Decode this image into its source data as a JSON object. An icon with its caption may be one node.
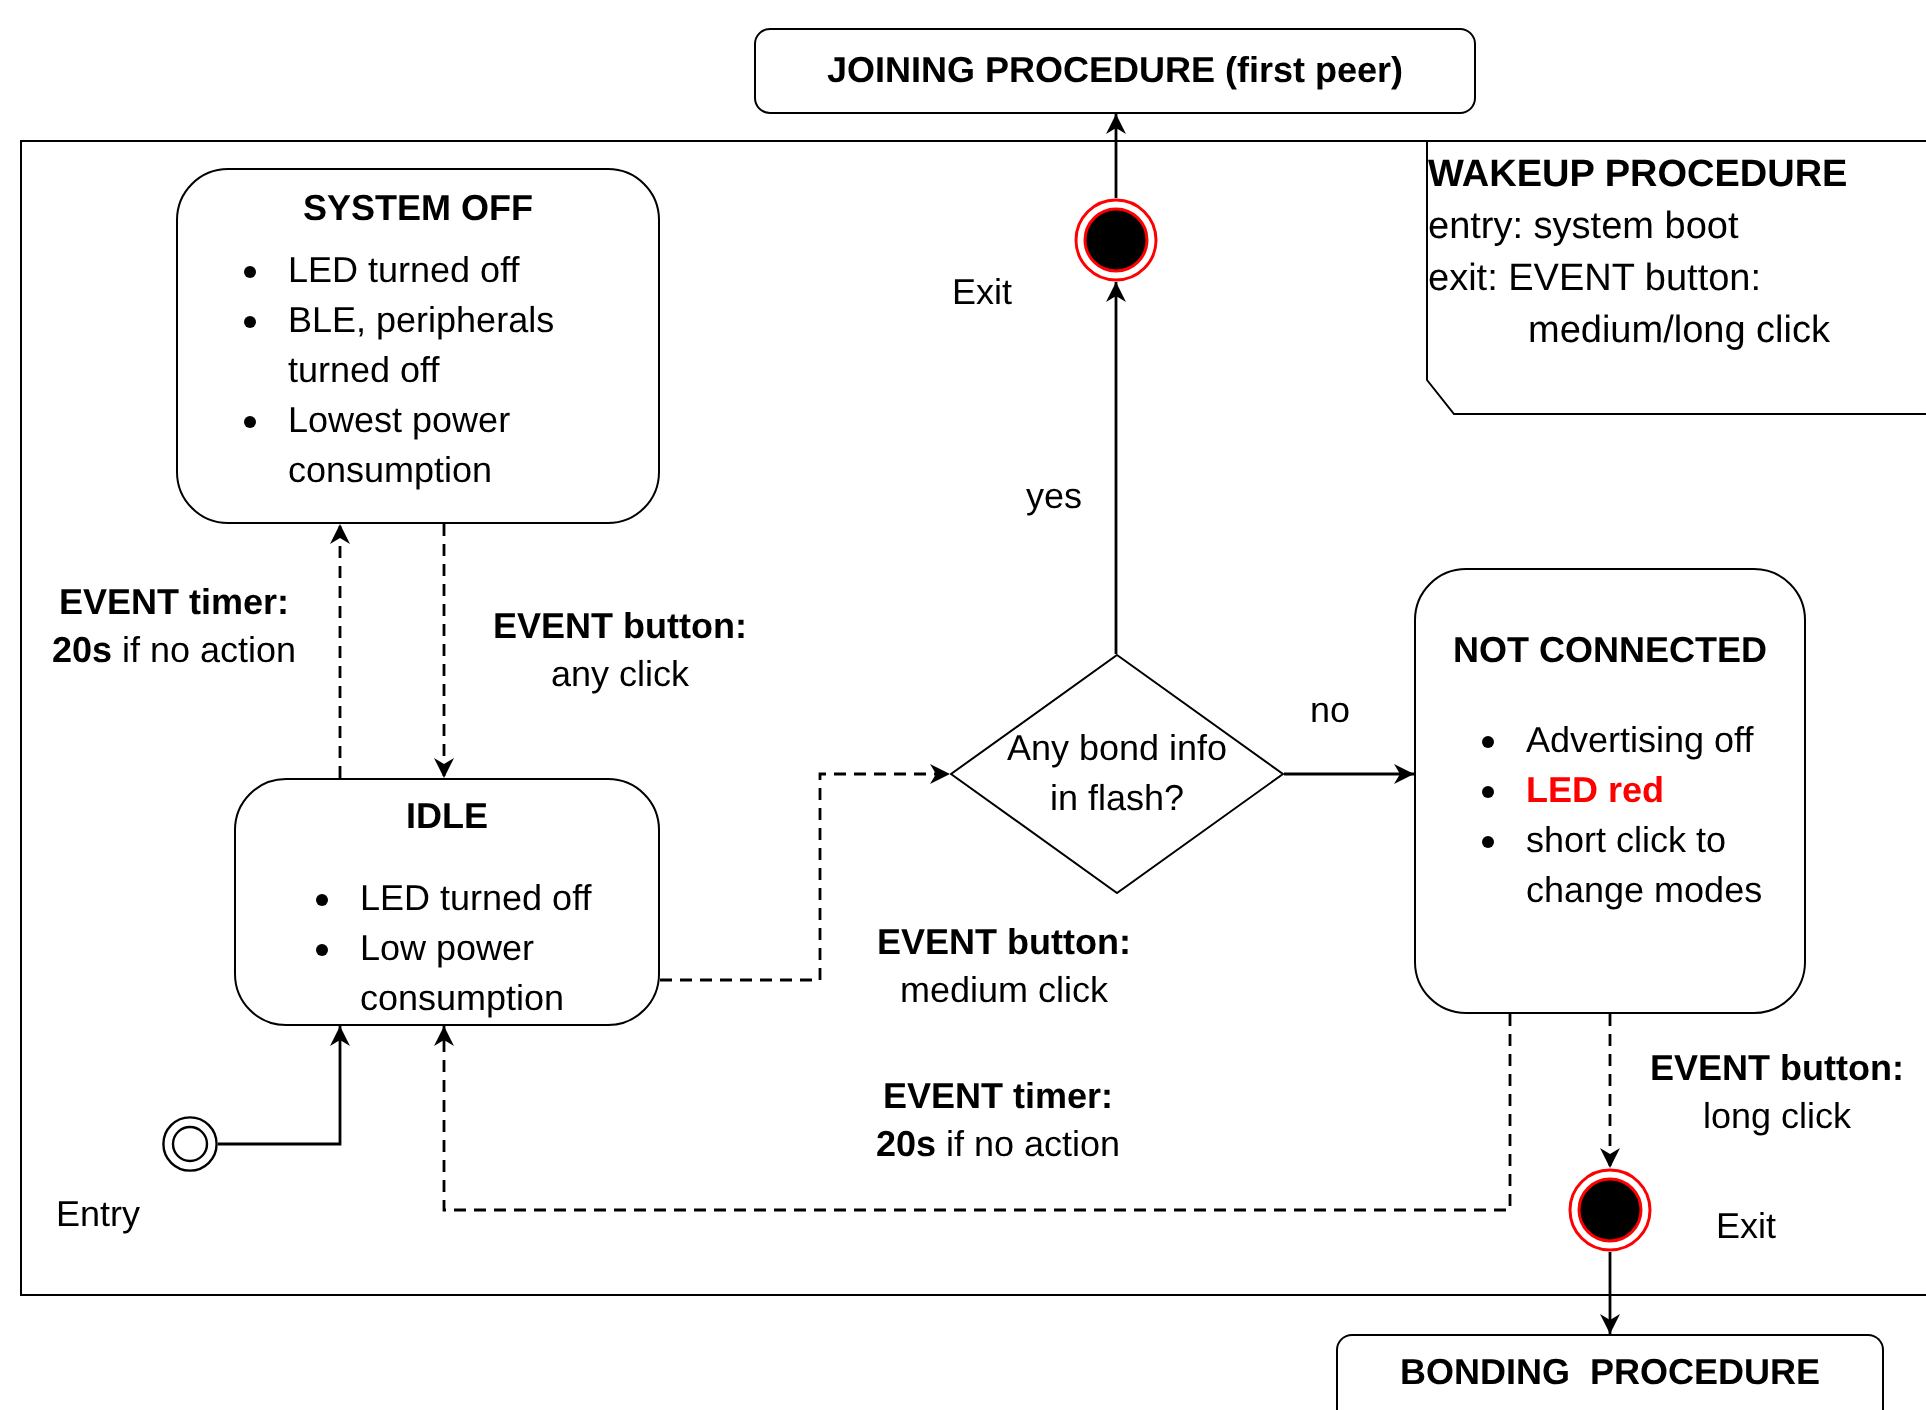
{
  "diagram": {
    "nodes": [
      {
        "text": [
          "JOINING PROCEDURE (first peer)"
        ]
      },
      {
        "text": [
          "WAKEUP PROCEDURE",
          "entry: system boot",
          "exit: EVENT button: medium/long click"
        ]
      },
      {
        "text": [
          "SYSTEM OFF",
          "LED turned off",
          "BLE, peripherals turned off",
          "Lowest power consumption"
        ],
        "in": 1
      },
      {
        "text": [
          "IDLE",
          "LED turned off",
          "Low power consumption"
        ],
        "in": 1
      },
      {
        "text": [],
        "shape": "circle",
        "beside": [
          "Entry"
        ],
        "in": 1
      },
      {
        "text": [],
        "shape": "circle",
        "beside": [
          "Exit"
        ],
        "in": 1
      },
      {
        "text": [
          "Any bond info in flash?"
        ],
        "in": 1
      },
      {
        "text": [
          "NOT CONNECTED",
          "Advertising off",
          "LED red",
          "short click to change modes"
        ],
        "in": 1
      },
      {
        "text": [],
        "shape": "circle",
        "beside": [
          "Exit"
        ],
        "in": 1
      },
      {
        "text": [
          "BONDING  PROCEDURE"
        ]
      }
    ],
    "edges": [
      {
        "from": 3,
        "to": 2,
        "arrow": "to",
        "style": "dashed",
        "label": "**EVENT timer:** **20s** if no action"
      },
      {
        "from": 2,
        "to": 3,
        "arrow": "to",
        "style": "dashed",
        "label": "**EVENT button:** any click"
      },
      {
        "from": 3,
        "to": 6,
        "arrow": "to",
        "style": "dashed",
        "label": "**EVENT button:** medium click"
      },
      {
        "from": 6,
        "to": 7,
        "arrow": "to",
        "label": "no"
      },
      {
        "from": 6,
        "to": 5,
        "arrow": "to",
        "label": "yes"
      },
      {
        "from": 5,
        "to": 0,
        "arrow": "to"
      },
      {
        "from": 7,
        "to": 3,
        "arrow": "to",
        "style": "dashed",
        "label": "**EVENT timer:** **20s** if no action"
      },
      {
        "from": 7,
        "to": 8,
        "arrow": "to",
        "style": "dashed",
        "label": "**EVENT button:** long click"
      },
      {
        "from": 8,
        "to": 9,
        "arrow": "to"
      },
      {
        "from": 4,
        "to": 3,
        "arrow": "to"
      }
    ]
  }
}
